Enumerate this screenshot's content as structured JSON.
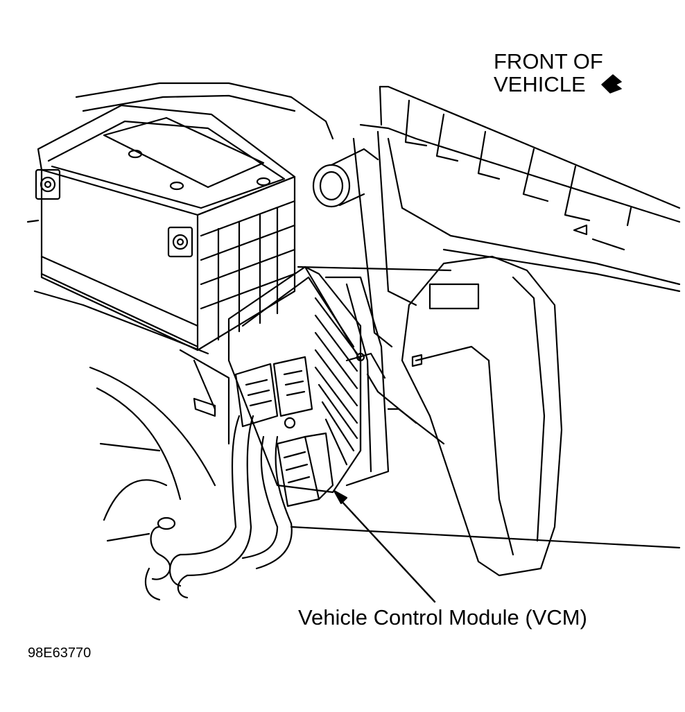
{
  "labels": {
    "front_line1": "FRONT OF",
    "front_line2": "VEHICLE",
    "callout": "Vehicle Control Module (VCM)",
    "figure_id": "98E63770"
  },
  "icons": {
    "direction": "front-direction-arrow-icon"
  },
  "colors": {
    "line": "#000000",
    "background": "#ffffff"
  }
}
